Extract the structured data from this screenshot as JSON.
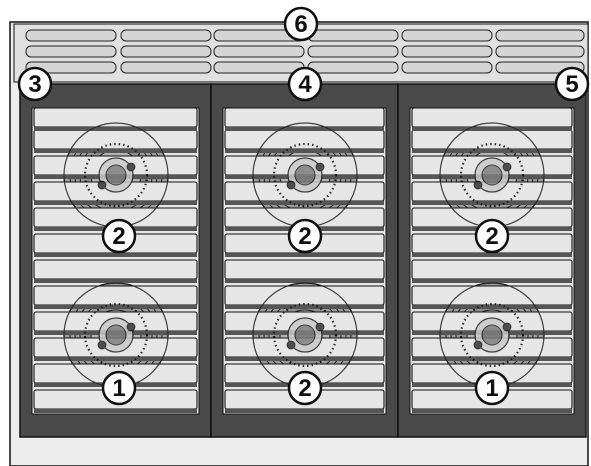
{
  "callouts": {
    "c6": "6",
    "c3": "3",
    "c4": "4",
    "c5": "5",
    "burner_back_left": "2",
    "burner_back_center": "2",
    "burner_back_right": "2",
    "burner_front_left": "1",
    "burner_front_center": "2",
    "burner_front_right": "1"
  },
  "colors": {
    "grate": "#4a4a4a",
    "grate_bar": "#e6e6e6",
    "cooktop": "#e9e9e9",
    "burner_ring": "#8a8a8a",
    "outline": "#111111"
  }
}
